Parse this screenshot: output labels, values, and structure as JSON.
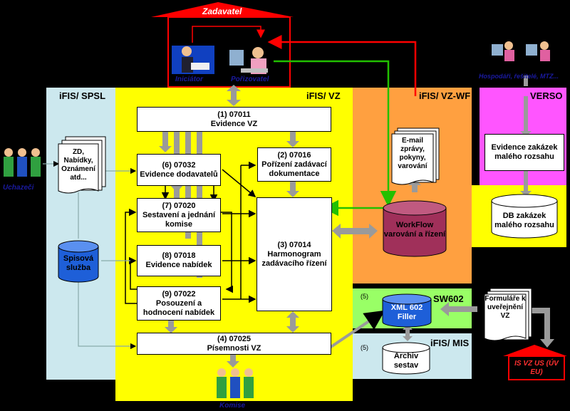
{
  "header": {
    "title": "Zadavatel",
    "initiator": "Iniciátor",
    "purchaser": "Pořizovatel"
  },
  "people": {
    "top_right": "Hospodáři, řešitelé, MTZ...",
    "applicants": "Uchazeči",
    "committee": "Komise"
  },
  "zones": {
    "spsl": "iFIS/ SPSL",
    "vz": "iFIS/ VZ",
    "vzwf": "iFIS/ VZ-WF",
    "verso": "VERSO",
    "sw602": "SW602",
    "mis": "iFIS/ MIS"
  },
  "boxes": {
    "b07011": {
      "code": "(1)   07011",
      "label": "Evidence VZ"
    },
    "b07016": {
      "code": "(2)  07016",
      "label": "Pořízení zadávací dokumentace"
    },
    "b07032": {
      "code": "(6)  07032",
      "label": "Evidence dodavatelů"
    },
    "b07020": {
      "code": "(7)   07020",
      "label": "Sestavení a jednání komise"
    },
    "b07018": {
      "code": "(8)   07018",
      "label": "Evidence nabídek"
    },
    "b07022": {
      "code": "(9)   07022",
      "label": "Posouzení a hodnocení nabídek"
    },
    "b07014": {
      "code": "(3)   07014",
      "label": "Harmonogram zadávacího řízení"
    },
    "b07025": {
      "code": "(4)   07025",
      "label": "Písemnosti VZ"
    },
    "verso_box": {
      "label": "Evidence zakázek malého rozsahu"
    }
  },
  "documents": {
    "zd": "ZD, Nabídky, Oznámení atd...",
    "email": "E-mail zprávy, pokyny, varování",
    "formulare": "Formuláře k uveřejnění VZ"
  },
  "cylinders": {
    "spisova": "Spisová služba",
    "workflow": "WorkFlow varování a řízení",
    "db": "DB zakázek malého rozsahu",
    "xml": "XML 602 Filler",
    "archiv": "Archiv sestav"
  },
  "markers": {
    "sw_num": "(5)",
    "mis_num": "(5)"
  },
  "external": {
    "isvz": "IS VZ US (ÚV EU)"
  },
  "colors": {
    "spsl": "#cce8ee",
    "vz": "#ffff00",
    "wf": "#ff9f40",
    "verso": "#ff55ff",
    "sw": "#99ff66",
    "red": "#ff0000",
    "grey": "#9a9a9a",
    "cyl_purple": "#a0305a",
    "blue": "#0000ff"
  }
}
